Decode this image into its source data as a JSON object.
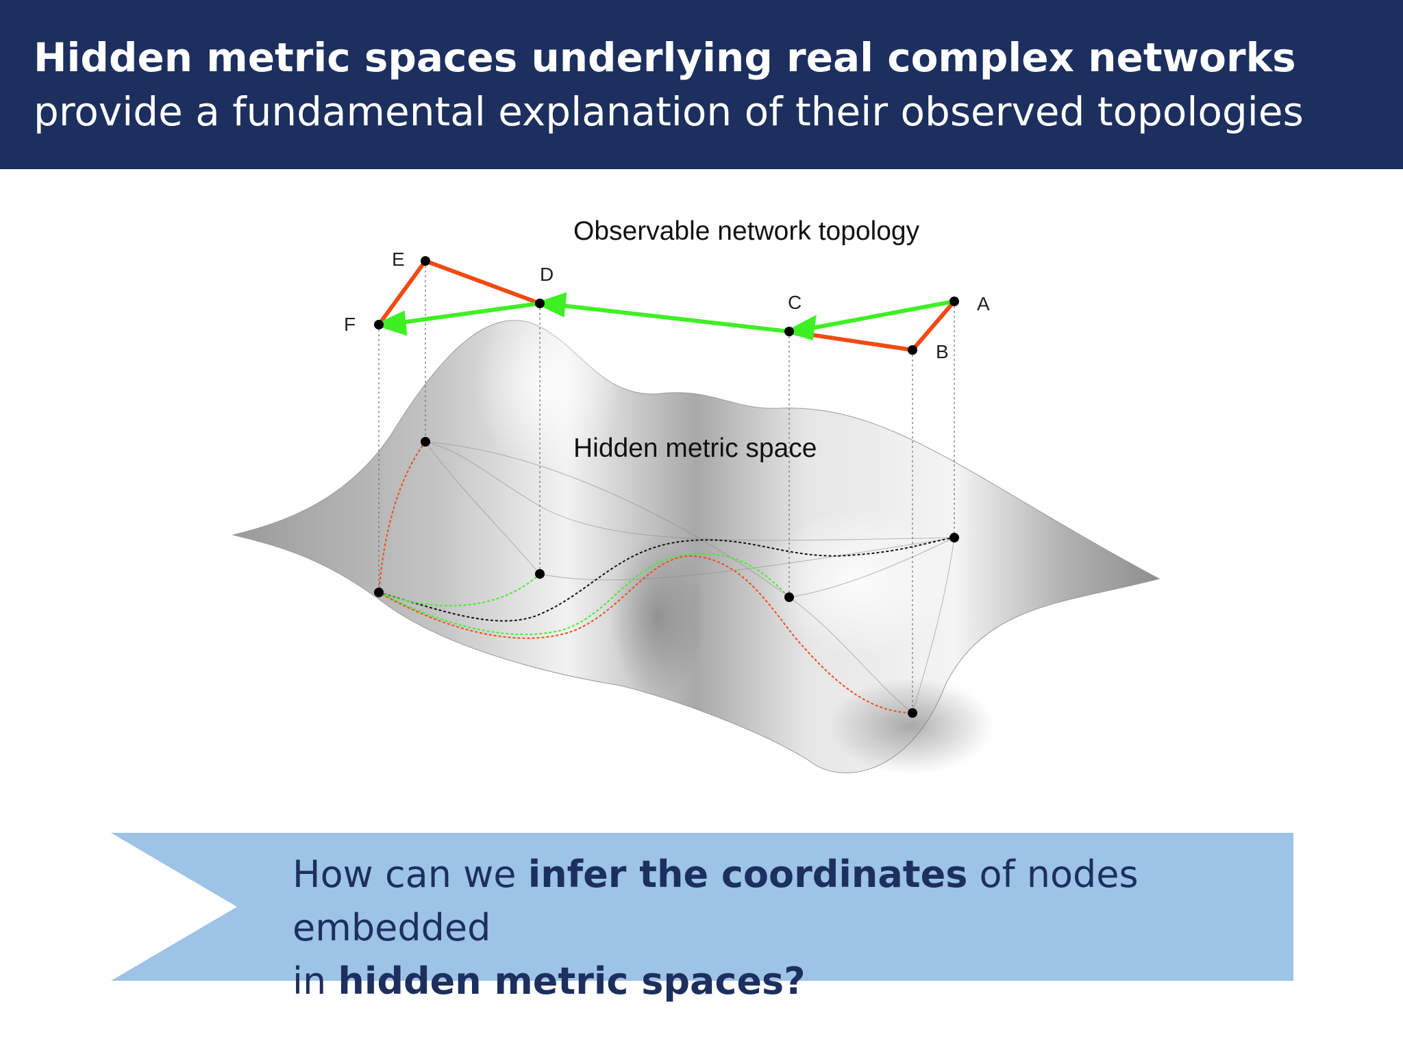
{
  "header": {
    "title": "Hidden metric spaces underlying real complex networks",
    "subtitle": "provide a fundamental explanation of their observed topologies"
  },
  "figure": {
    "observable_label": "Observable network topology",
    "hidden_label": "Hidden metric space",
    "nodes": [
      {
        "id": "A",
        "label": "A"
      },
      {
        "id": "B",
        "label": "B"
      },
      {
        "id": "C",
        "label": "C"
      },
      {
        "id": "D",
        "label": "D"
      },
      {
        "id": "E",
        "label": "E"
      },
      {
        "id": "F",
        "label": "F"
      }
    ],
    "edges": [
      {
        "from": "A",
        "to": "B",
        "color": "#f04a12"
      },
      {
        "from": "B",
        "to": "C",
        "color": "#f04a12"
      },
      {
        "from": "D",
        "to": "E",
        "color": "#f04a12"
      },
      {
        "from": "E",
        "to": "F",
        "color": "#f04a12"
      }
    ],
    "greedy_path": {
      "nodes": [
        "A",
        "C",
        "D",
        "F"
      ],
      "color": "#3ef023"
    },
    "colors": {
      "topology_edge": "#f04a12",
      "greedy_path": "#3ef023",
      "geodesic": "#111111",
      "surface": "#b9b9b9",
      "node": "#000000"
    }
  },
  "question": {
    "line1_pre": "How can we ",
    "line1_bold": "infer the coordinates",
    "line1_post": " of nodes embedded",
    "line2_pre": "in ",
    "line2_bold": "hidden metric spaces?",
    "colors": {
      "panel": "#9dc3e6",
      "text": "#1c2f5e"
    }
  }
}
